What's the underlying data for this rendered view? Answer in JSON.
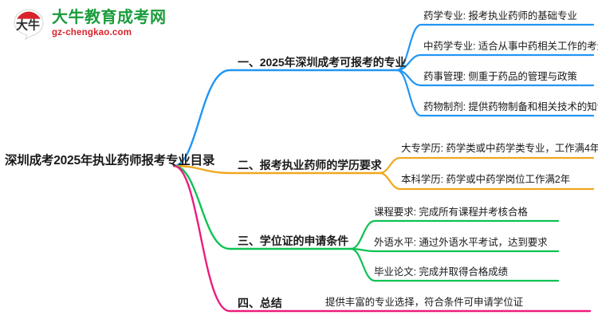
{
  "logo": {
    "mark_text": "大牛",
    "brand_cn": "大牛教育成考网",
    "brand_en": "gz-chengkao.com",
    "brand_cn_color": "#1a9c3c",
    "brand_en_color": "#d8232a",
    "mark_arc_color": "#d8232a"
  },
  "mindmap": {
    "root": {
      "label": "深圳成考2025年执业药师报考专业目录"
    },
    "branches": [
      {
        "label": "一、2025年深圳成考可报考的专业",
        "color": "#2196f3",
        "children": [
          {
            "label": "药学专业: 报考执业药师的基础专业"
          },
          {
            "label": "中药学专业: 适合从事中药相关工作的考生"
          },
          {
            "label": "药事管理: 侧重于药品的管理与政策"
          },
          {
            "label": "药物制剂: 提供药物制备和相关技术的知识"
          }
        ]
      },
      {
        "label": "二、报考执业药师的学历要求",
        "color": "#f0a81e",
        "children": [
          {
            "label": "大专学历: 药学类或中药学类专业，工作满4年"
          },
          {
            "label": "本科学历: 药学或中药学岗位工作满2年"
          }
        ]
      },
      {
        "label": "三、学位证的申请条件",
        "color": "#0ec254",
        "children": [
          {
            "label": "课程要求: 完成所有课程并考核合格"
          },
          {
            "label": "外语水平: 通过外语水平考试，达到要求"
          },
          {
            "label": "毕业论文: 完成并取得合格成绩"
          }
        ]
      },
      {
        "label": "四、总结",
        "color": "#ec1c7d",
        "children": [
          {
            "label": "提供丰富的专业选择，符合条件可申请学位证"
          }
        ]
      }
    ]
  }
}
